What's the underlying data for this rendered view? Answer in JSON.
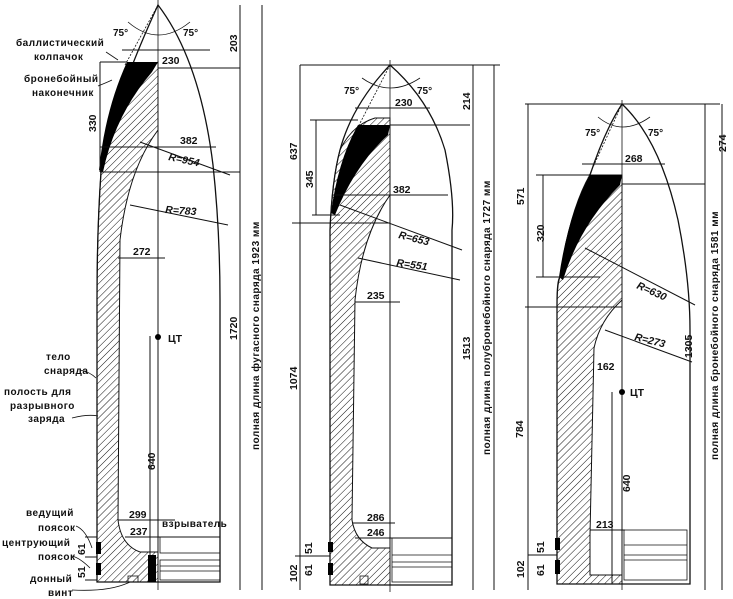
{
  "shells": [
    {
      "name": "high-explosive",
      "full_length_label": "полная длина фугасного снаряда 1923 мм",
      "angles": [
        "75°",
        "75°"
      ],
      "dims": {
        "cap_len": "203",
        "cap_dia": "230",
        "apcap_len": "330",
        "dia_382": "382",
        "r_ogive": "R=954",
        "r_cavity": "R=783",
        "cav_dia": "272",
        "body_len": "1720",
        "cg_dist": "640",
        "base_dia": "299",
        "fuze_dia": "237",
        "band1": "61",
        "band2": "51"
      },
      "cg_label": "ЦТ",
      "fuze_label": "взрыватель"
    },
    {
      "name": "semi-armor-piercing",
      "full_length_label": "полная длина полубронебойного снаряда 1727 мм",
      "angles": [
        "75°",
        "75°"
      ],
      "dims": {
        "cap_len": "214",
        "cap_dia": "230",
        "head_len": "637",
        "apcap_len": "345",
        "dia_382": "382",
        "r_ogive": "R=653",
        "r_cavity": "R=551",
        "cav_dia": "235",
        "body_len": "1513",
        "lower_len": "1074",
        "base_dia": "286",
        "fuze_dia": "246",
        "band1": "51",
        "band2": "61",
        "base_len": "102"
      }
    },
    {
      "name": "armor-piercing",
      "full_length_label": "полная длина бронебойного снаряда 1581 мм",
      "angles": [
        "75°",
        "75°"
      ],
      "dims": {
        "cap_len": "274",
        "cap_dia": "268",
        "head_len": "571",
        "apcap_len": "320",
        "r_ogive": "R=630",
        "r_cavity": "R=273",
        "body_len": "1305",
        "cav_dia": "162",
        "lower_len": "784",
        "cg_dist": "640",
        "base_dia": "213",
        "band1": "51",
        "band2": "61",
        "base_len": "102"
      },
      "cg_label": "ЦТ"
    }
  ],
  "callouts": {
    "ballistic_cap": [
      "баллистический",
      "колпачок"
    ],
    "ap_cap": [
      "бронебойный",
      "наконечник"
    ],
    "body": [
      "тело",
      "снаряда"
    ],
    "cavity": [
      "полость для",
      "разрывного",
      "заряда"
    ],
    "driving_band": [
      "ведущий",
      "поясок"
    ],
    "centering_band": [
      "центрующий",
      "поясок"
    ],
    "base_plug": [
      "донный",
      "винт"
    ]
  }
}
